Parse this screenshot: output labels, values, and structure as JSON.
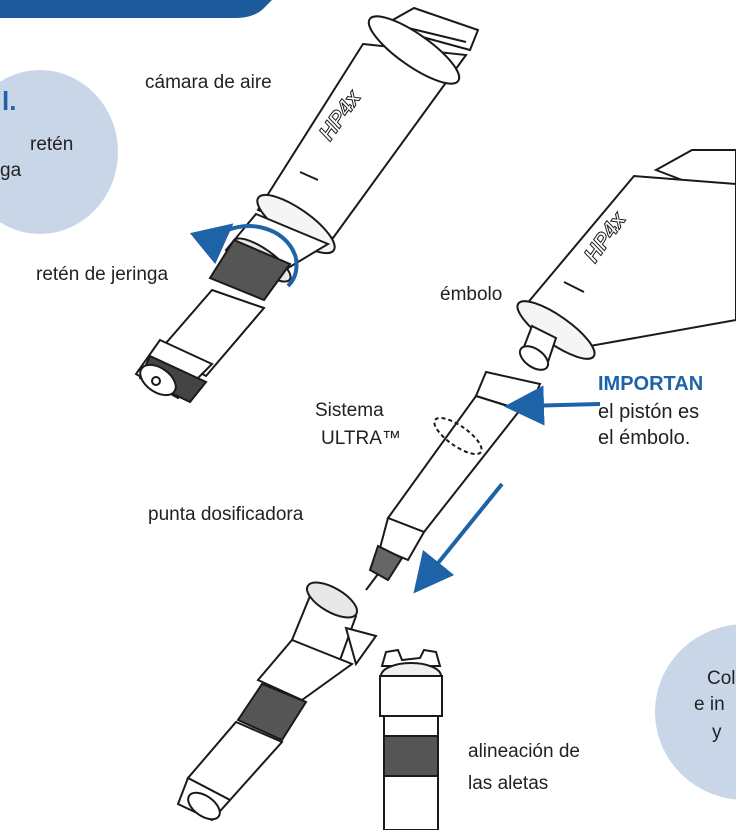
{
  "labels": {
    "camara_de_aire": "cámara de aire",
    "reten_de_jeringa": "retén de jeringa",
    "embolo": "émbolo",
    "sistema_line1": "Sistema",
    "sistema_line2": "ULTRA™",
    "punta_dosificadora": "punta dosificadora",
    "alineacion_line1": "alineación de",
    "alineacion_line2": "las aletas"
  },
  "bubble_left": {
    "heading": "l.",
    "line1": "retén",
    "line2": "ga"
  },
  "important": {
    "heading": "IMPORTAN",
    "line1": "el pistón es",
    "line2": "el émbolo."
  },
  "bubble_right": {
    "line1": "Col",
    "line2": "e in",
    "line3": "y"
  },
  "brand": {
    "logo_text_1": "HP4x",
    "logo_text_2": "HP4x"
  },
  "colors": {
    "accent_blue": "#1e63a8",
    "bubble": "#c9d6e8",
    "outline": "#1a1a1a"
  }
}
